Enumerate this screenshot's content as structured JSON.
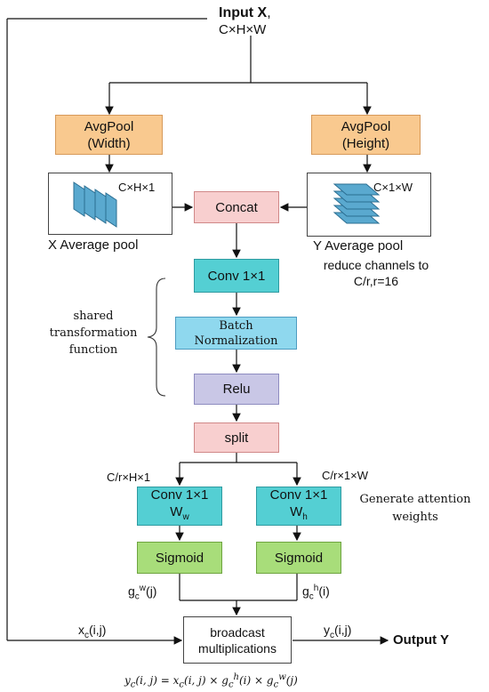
{
  "input": {
    "title": "Input X",
    "comma": ",",
    "dims": "C×H×W"
  },
  "avgpool_width": {
    "line1": "AvgPool",
    "line2": "(Width)"
  },
  "avgpool_height": {
    "line1": "AvgPool",
    "line2": "(Height)"
  },
  "x_pool": {
    "dims": "C×H×1",
    "caption": "X Average pool"
  },
  "y_pool": {
    "dims": "C×1×W",
    "caption": "Y Average pool"
  },
  "concat": {
    "label": "Concat"
  },
  "conv1": {
    "label": "Conv 1×1",
    "note_line1": "reduce channels to",
    "note_line2": "C/r,r=16"
  },
  "shared": {
    "line1": "shared",
    "line2": "transformation",
    "line3": "function"
  },
  "batchnorm": {
    "line1": "Batch",
    "line2": "Normalization"
  },
  "relu": {
    "label": "Relu"
  },
  "split": {
    "label": "split"
  },
  "branch_left": {
    "dims": "C/r×H×1",
    "conv": "Conv 1×1",
    "w_base": "W",
    "w_sub": "w",
    "sigmoid": "Sigmoid",
    "g_base": "g",
    "g_sub": "c",
    "g_sup": "w",
    "g_arg": "(j)"
  },
  "branch_right": {
    "dims": "C/r×1×W",
    "conv": "Conv 1×1",
    "w_base": "W",
    "w_sub": "h",
    "sigmoid": "Sigmoid",
    "g_base": "g",
    "g_sub": "c",
    "g_sup": "h",
    "g_arg": "(i)"
  },
  "attention_note": {
    "line1": "Generate attention",
    "line2": "weights"
  },
  "broadcast": {
    "line1": "broadcast",
    "line2": "multiplications"
  },
  "xc_label": {
    "base": "x",
    "sub": "c",
    "arg": "(i,j)"
  },
  "yc_label": {
    "base": "y",
    "sub": "c",
    "arg": "(i,j)"
  },
  "output": {
    "label": "Output Y"
  },
  "formula": {
    "text": "y_c(i, j) = x_c(i, j) × g_c^h(i) × g_c^w(j)"
  },
  "colors": {
    "orange": "#f9c98f",
    "pink": "#f8cfcf",
    "teal": "#54cfd3",
    "cyan": "#8fd8ee",
    "lavender": "#c9c7e6",
    "green": "#a8dd7a",
    "block_blue": "#5aa9cf"
  }
}
